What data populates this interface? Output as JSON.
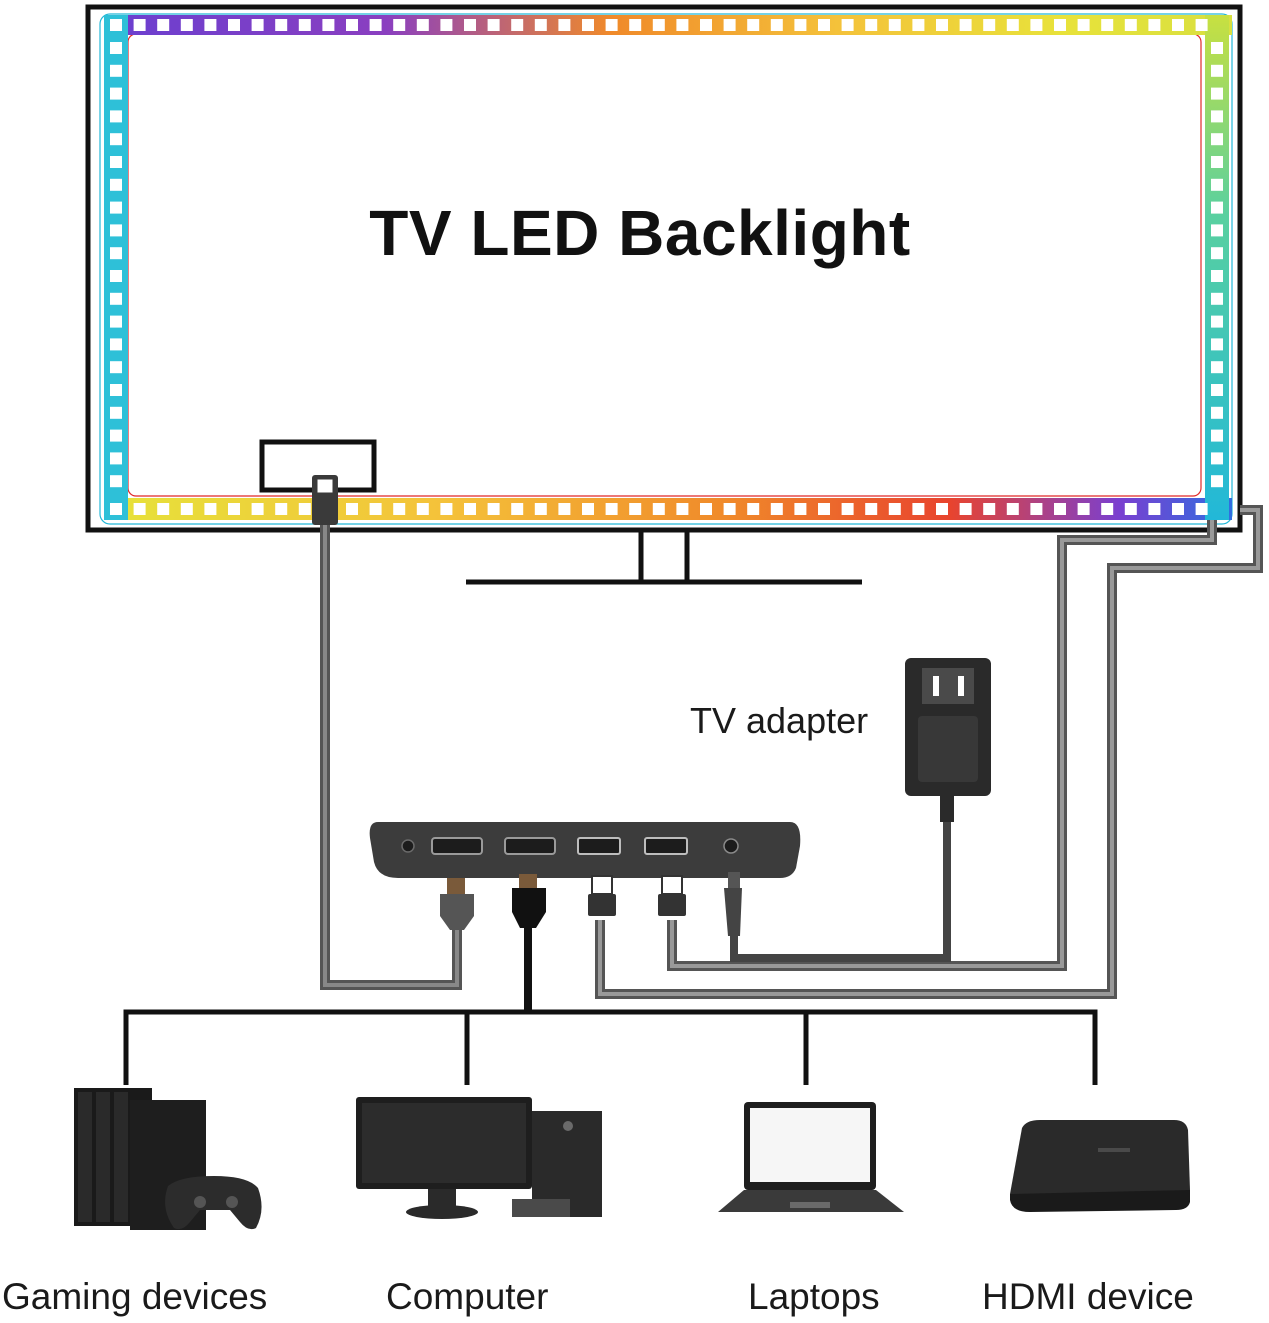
{
  "title": "TV LED Backlight",
  "adapter_label": "TV adapter",
  "devices": [
    {
      "label": "Gaming devices",
      "icon": "game-console-icon"
    },
    {
      "label": "Computer",
      "icon": "desktop-computer-icon"
    },
    {
      "label": "Laptops",
      "icon": "laptop-icon"
    },
    {
      "label": "HDMI device",
      "icon": "hdmi-box-icon"
    }
  ],
  "strip_colors": [
    "#e02828",
    "#7a3fd0",
    "#2f6fe0",
    "#22b8d8",
    "#f2e23a",
    "#f4b428",
    "#f08a2a",
    "#e8442e"
  ]
}
